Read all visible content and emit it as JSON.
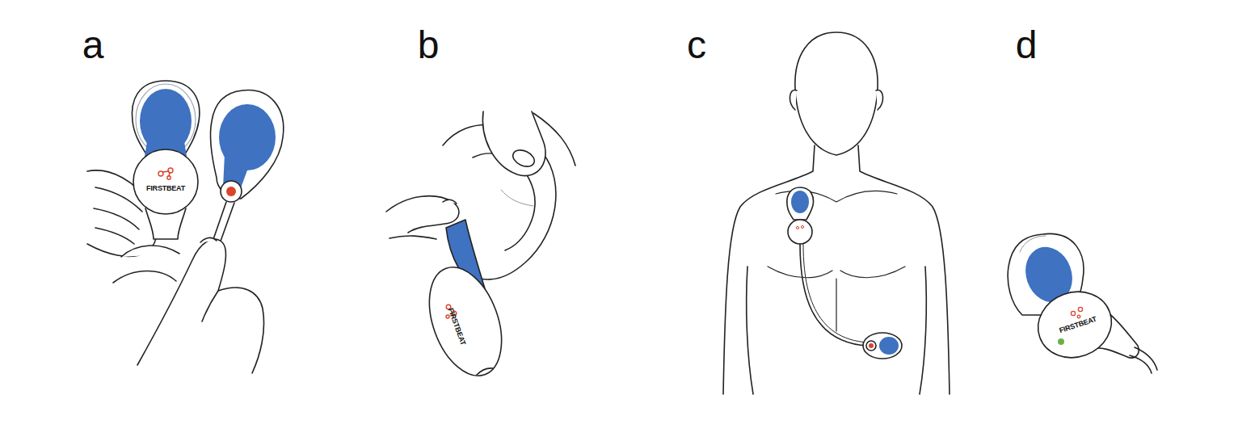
{
  "diagram": {
    "labels": [
      "a",
      "b",
      "c",
      "d",
      "FIRSTBEAT",
      "FIRSTBEAT",
      "FIRSTBEAT"
    ]
  }
}
